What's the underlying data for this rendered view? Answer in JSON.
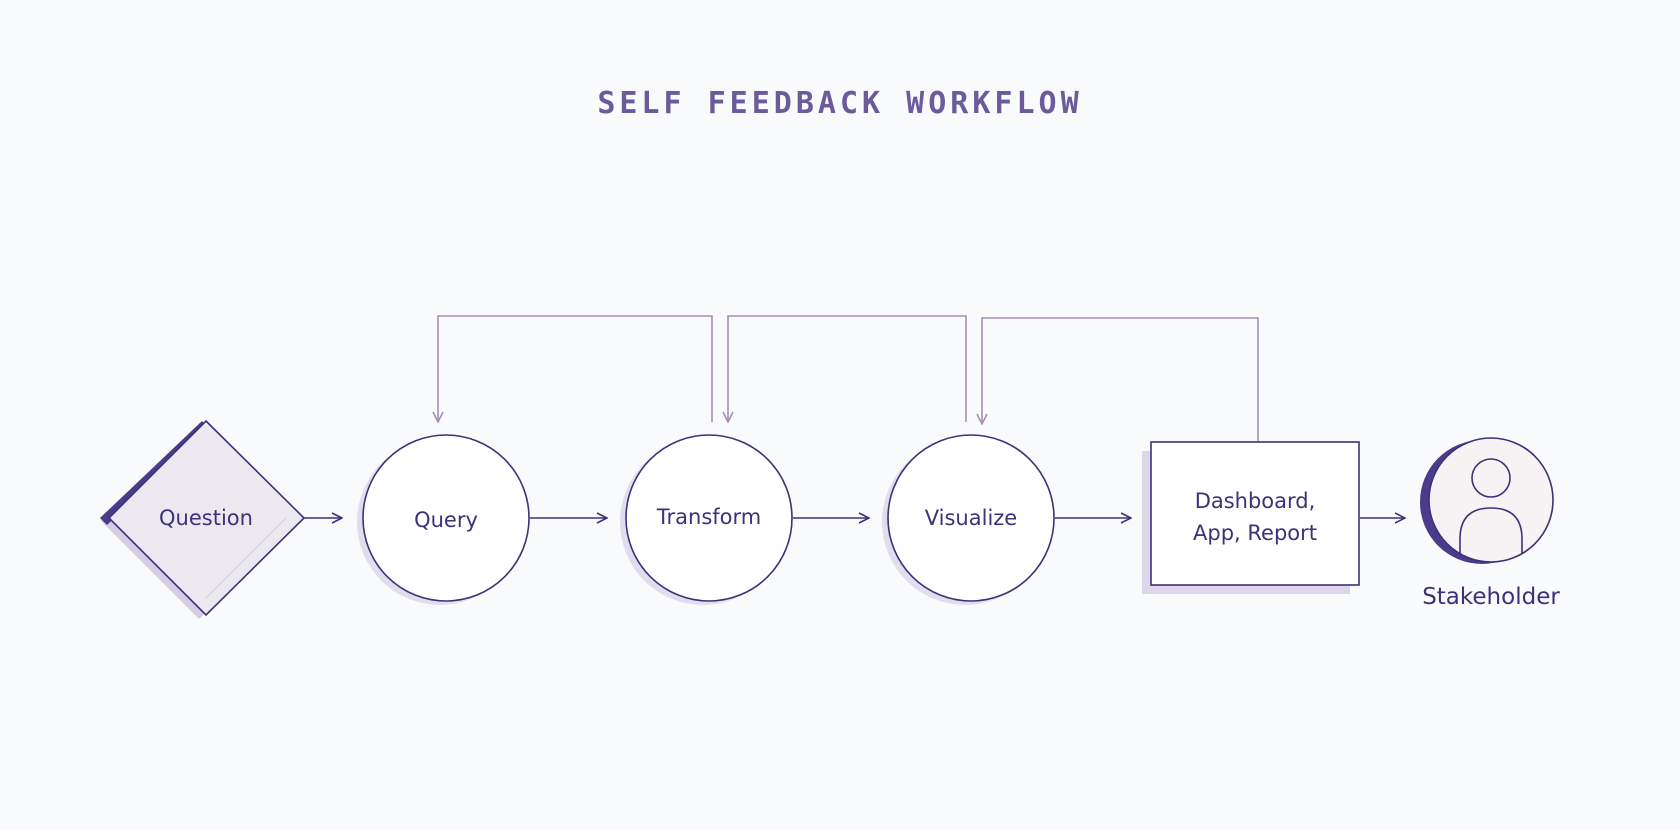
{
  "title": "SELF FEEDBACK WORKFLOW",
  "nodes": {
    "question": {
      "label": "Question",
      "shape": "diamond"
    },
    "query": {
      "label": "Query",
      "shape": "circle"
    },
    "transform": {
      "label": "Transform",
      "shape": "circle"
    },
    "visualize": {
      "label": "Visualize",
      "shape": "circle"
    },
    "output": {
      "label_line1": "Dashboard,",
      "label_line2": "App, Report",
      "shape": "rectangle"
    },
    "stakeholder": {
      "label": "Stakeholder",
      "icon": "person-icon"
    }
  },
  "flow": [
    {
      "from": "Question",
      "to": "Query"
    },
    {
      "from": "Query",
      "to": "Transform"
    },
    {
      "from": "Transform",
      "to": "Visualize"
    },
    {
      "from": "Visualize",
      "to": "Dashboard, App, Report"
    },
    {
      "from": "Dashboard, App, Report",
      "to": "Stakeholder"
    }
  ],
  "feedback": [
    {
      "from": "Transform",
      "to": "Query"
    },
    {
      "from": "Visualize",
      "to": "Transform"
    },
    {
      "from": "Dashboard, App, Report",
      "to": "Visualize"
    }
  ],
  "colors": {
    "background": "#f9fafc",
    "title": "#6b5b9a",
    "primary": "#3d3178",
    "feedback_line": "#a690b4",
    "shadow": "#dcd6e8",
    "diamond_fill": "#ece8f0",
    "diamond_accent": "#4a3c8a",
    "node_fill": "#ffffff",
    "person_fill": "#f7f3f4"
  }
}
